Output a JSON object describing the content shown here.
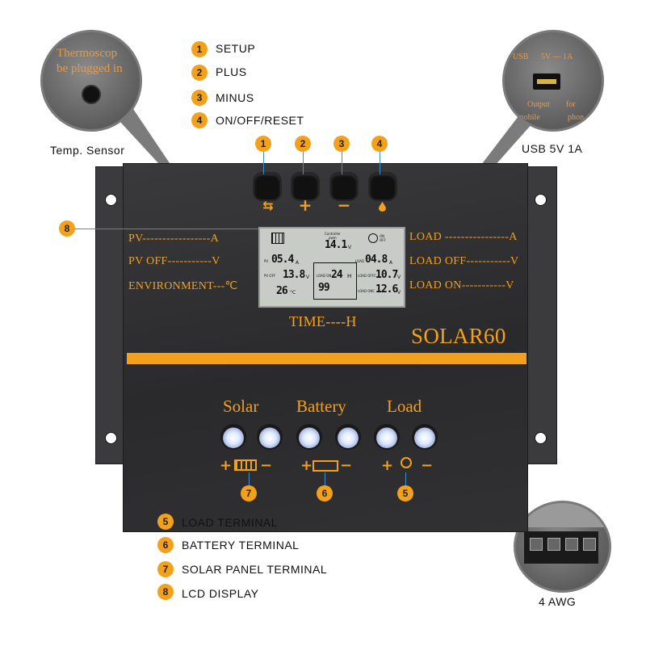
{
  "legend_top": [
    {
      "num": "1",
      "label": "SETUP"
    },
    {
      "num": "2",
      "label": "PLUS"
    },
    {
      "num": "3",
      "label": "MINUS"
    },
    {
      "num": "4",
      "label": "ON/OFF/RESET"
    }
  ],
  "legend_bottom": [
    {
      "num": "5",
      "label": "LOAD  TERMINAL"
    },
    {
      "num": "6",
      "label": "BATTERY  TERMINAL"
    },
    {
      "num": "7",
      "label": "SOLAR  PANEL  TERMINAL"
    },
    {
      "num": "8",
      "label": "LCD  DISPLAY"
    }
  ],
  "callouts": {
    "temp": {
      "line1": "Thermoscop",
      "line2": "be plugged in",
      "caption": "Temp.  Sensor"
    },
    "usb": {
      "usb": "USB",
      "volt": "5V --- 1A",
      "output": "Output",
      "for": "for",
      "mobile": "mobile",
      "phone": "phon",
      "caption": "USB  5V  1A"
    },
    "terminal": {
      "caption": "4  AWG"
    }
  },
  "buttons": [
    {
      "num": "1",
      "symbol": "⇆"
    },
    {
      "num": "2",
      "symbol": "+"
    },
    {
      "num": "3",
      "symbol": "−"
    },
    {
      "num": "4",
      "symbol": "💧"
    }
  ],
  "lcd_marker": "8",
  "left_labels": {
    "pv": "PV-----------------A",
    "pv_off": "PV  OFF-----------V",
    "environment": "ENVIRONMENT---℃"
  },
  "right_labels": {
    "load": "LOAD ----------------A",
    "load_off": "LOAD OFF-----------V",
    "load_on": "LOAD ON-----------V"
  },
  "lcd": {
    "controller": "Controller",
    "pwm": "pwm",
    "top_value": "14.1",
    "on": "ON",
    "off": "OFF",
    "pv_small": "PV",
    "pv_value": "05.4",
    "pv_unit": "A",
    "pvoff_small": "PV OFF",
    "pvoff_value": "13.8",
    "pvoff_unit": "V",
    "temp_value": "26",
    "temp_unit": "°C",
    "loadon_small": "LOAD ON",
    "time_value": "24",
    "time_unit": "H",
    "battery_pct": "99",
    "load_small": "LOAD",
    "load_value": "04.8",
    "load_unit": "A",
    "loadoff_small": "LOAD OFFC",
    "loadoff_value": "10.7",
    "loadon2_small": "LOAD ONC",
    "loadon2_value": "12.6",
    "v_unit": "V"
  },
  "time_label": "TIME----H",
  "model": "SOLAR60",
  "terminals": {
    "solar": "Solar",
    "battery": "Battery",
    "load": "Load",
    "solar_num": "7",
    "battery_num": "6",
    "load_num": "5",
    "plus": "+",
    "minus": "−"
  },
  "colors": {
    "accent": "#f3a11c",
    "panel": "#2e2e30",
    "leader": "#3b8fd0"
  }
}
